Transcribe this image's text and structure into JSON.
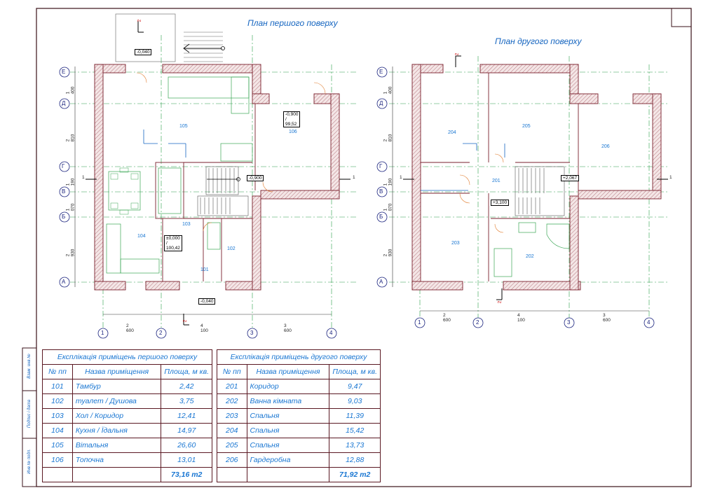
{
  "plan1": {
    "title": "План першого поверху"
  },
  "plan2": {
    "title": "План другого поверху"
  },
  "axes": {
    "letters": [
      "Е",
      "Д",
      "Г",
      "В",
      "Б",
      "А"
    ],
    "numbers": [
      "1",
      "2",
      "3",
      "4"
    ],
    "vert_dims": [
      "1 400",
      "2 810",
      "1 190",
      "1 070",
      "2 930"
    ],
    "horiz_dims": [
      "2 600",
      "4 100",
      "3 600"
    ],
    "section": "1",
    "section2": "2"
  },
  "rooms1": [
    "101",
    "102",
    "103",
    "104",
    "105",
    "106"
  ],
  "rooms2": [
    "201",
    "202",
    "203",
    "204",
    "205",
    "206"
  ],
  "levels1": {
    "porch_top": "-0,040",
    "porch_bottom": "-0,040",
    "room106": "-0,900 / 99,52",
    "stair": "-0,900",
    "floor": "±0,000 / 100,42"
  },
  "levels2": {
    "stair_up": "+2,067",
    "floor": "+3,100"
  },
  "table1": {
    "caption": "Експлікація приміщень першого поверху",
    "headers": [
      "№ пп",
      "Назва приміщення",
      "Площа, м кв."
    ],
    "rows": [
      [
        "101",
        "Тамбур",
        "2,42"
      ],
      [
        "102",
        "туалет / Душова",
        "3,75"
      ],
      [
        "103",
        "Хол / Коридор",
        "12,41"
      ],
      [
        "104",
        "Кухня / Їдальня",
        "14,97"
      ],
      [
        "105",
        "Вітальня",
        "26,60"
      ],
      [
        "106",
        "Топочна",
        "13,01"
      ]
    ],
    "total": "73,16 m2"
  },
  "table2": {
    "caption": "Експлікація приміщень другого поверху",
    "headers": [
      "№ пп",
      "Назва приміщення",
      "Площа, м кв."
    ],
    "rows": [
      [
        "201",
        "Коридор",
        "9,47"
      ],
      [
        "202",
        "Ванна кімната",
        "9,03"
      ],
      [
        "203",
        "Спальня",
        "11,39"
      ],
      [
        "204",
        "Спальня",
        "15,42"
      ],
      [
        "205",
        "Спальня",
        "13,73"
      ],
      [
        "206",
        "Гардеробна",
        "12,88"
      ]
    ],
    "total": "71,92 m2"
  },
  "stamp": {
    "f1": "Взам. инв.№",
    "f2": "Подпис і дата",
    "f3": "Инв.№ подл."
  }
}
